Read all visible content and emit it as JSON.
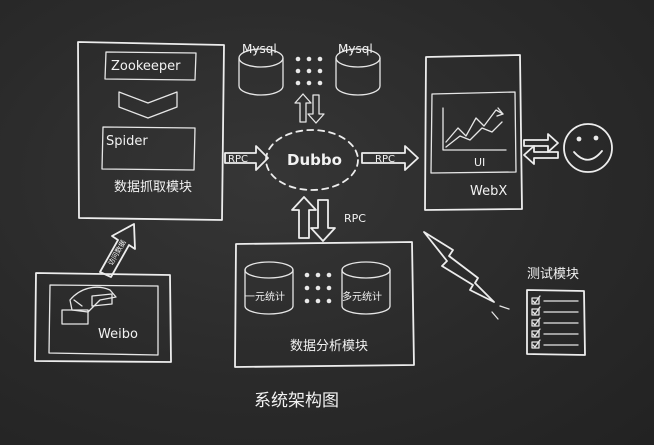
{
  "caption": "系统架构图",
  "collector_module": {
    "zookeeper": "Zookeeper",
    "spider": "Spider",
    "title": "数据抓取模块"
  },
  "weibo_module": {
    "label": "Weibo",
    "arrow_label": "访问数据"
  },
  "datastores": {
    "mysql_left": "Mysql",
    "mysql_right": "Mysql"
  },
  "dubbo": {
    "label": "Dubbo",
    "rpc_left": "RPC",
    "rpc_right": "RPC",
    "rpc_bottom": "RPC"
  },
  "webx_module": {
    "chart_label": "UI",
    "title": "WebX"
  },
  "analysis_module": {
    "store_left": "一元统计",
    "store_right": "多元统计",
    "title": "数据分析模块"
  },
  "test_module": {
    "title": "测试模块"
  }
}
